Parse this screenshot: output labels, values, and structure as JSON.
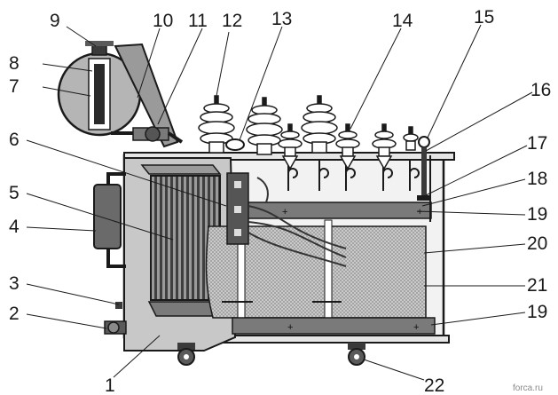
{
  "diagram": {
    "labels": [
      "1",
      "2",
      "3",
      "4",
      "5",
      "6",
      "7",
      "8",
      "9",
      "10",
      "11",
      "12",
      "13",
      "14",
      "15",
      "16",
      "17",
      "18",
      "19",
      "20",
      "21",
      "19",
      "22"
    ]
  },
  "watermark": "forca.ru",
  "colors": {
    "ink": "#1a1a1a",
    "tank_fill": "#d9d9d9",
    "cooler_dark": "#5a5a5a",
    "core_mesh": "#bdbdbd",
    "beam": "#6e6e6e"
  }
}
